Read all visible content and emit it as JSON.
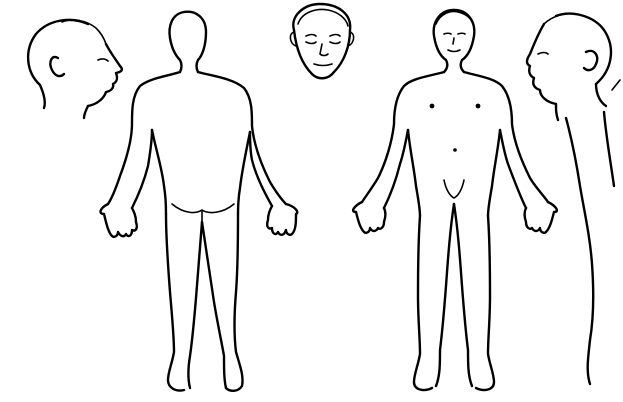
{
  "figure": {
    "description_visible_text": "",
    "line_color": "#000000",
    "background_color": "#ffffff",
    "views": [
      {
        "id": "head-left-profile",
        "icon": "head-profile-left"
      },
      {
        "id": "body-posterior",
        "icon": "human-body-back"
      },
      {
        "id": "face-frontal",
        "icon": "human-face-front"
      },
      {
        "id": "body-anterior",
        "icon": "human-body-front"
      },
      {
        "id": "head-right-profile",
        "icon": "head-profile-right"
      }
    ]
  }
}
